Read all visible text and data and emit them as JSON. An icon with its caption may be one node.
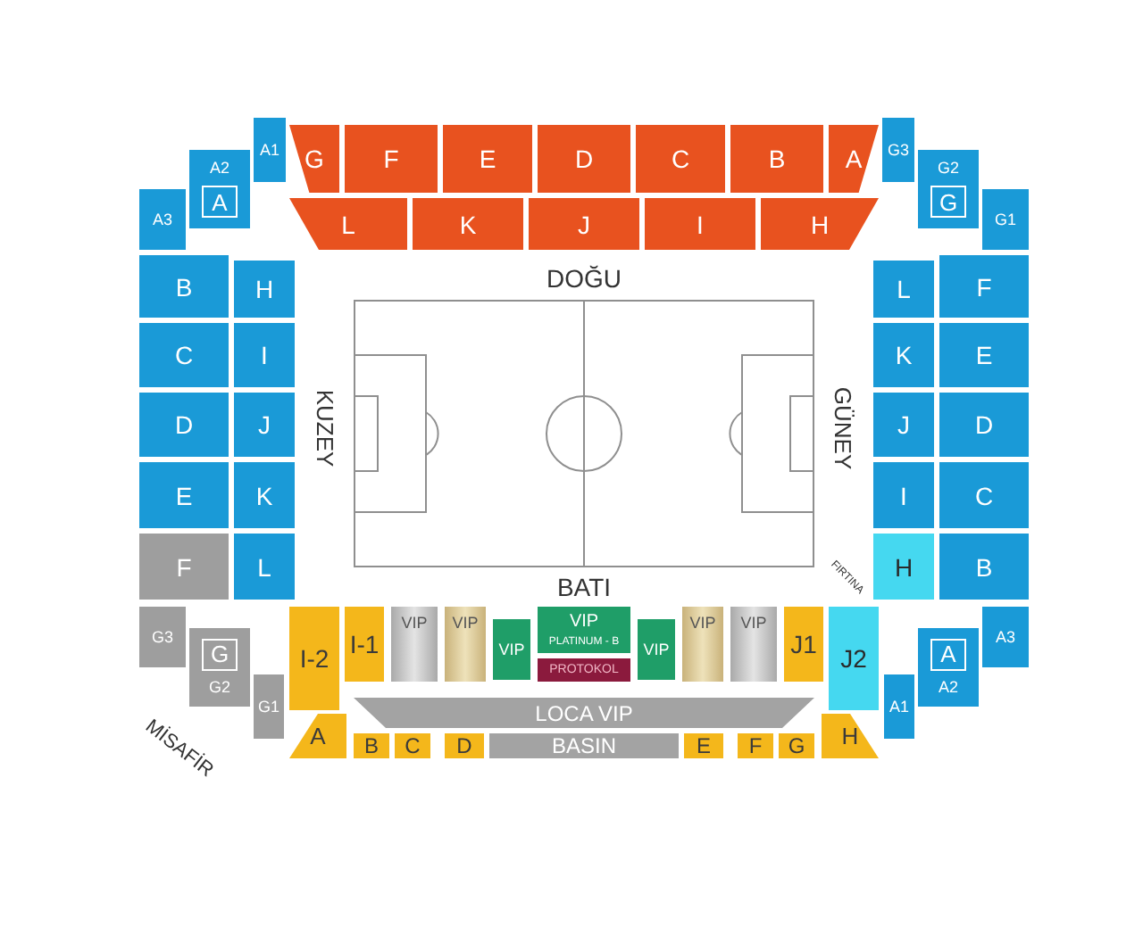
{
  "diagram": {
    "nodes": [
      {
        "text": [
          "A1"
        ]
      },
      {
        "text": [
          "A2"
        ]
      },
      {
        "text": [
          "A"
        ],
        "in": 1
      },
      {
        "text": [
          "A3"
        ]
      },
      {
        "text": [
          "G"
        ]
      },
      {
        "text": [
          "F"
        ]
      },
      {
        "text": [
          "E"
        ]
      },
      {
        "text": [
          "D"
        ]
      },
      {
        "text": [
          "C"
        ]
      },
      {
        "text": [
          "B"
        ]
      },
      {
        "text": [
          "A"
        ]
      },
      {
        "text": [
          "G3"
        ]
      },
      {
        "text": [
          "G2"
        ]
      },
      {
        "text": [
          "G"
        ],
        "in": 12
      },
      {
        "text": [
          "G1"
        ]
      },
      {
        "text": [
          "L"
        ]
      },
      {
        "text": [
          "K"
        ]
      },
      {
        "text": [
          "J"
        ]
      },
      {
        "text": [
          "I"
        ]
      },
      {
        "text": [
          "H"
        ]
      },
      {
        "text": [
          "B"
        ]
      },
      {
        "text": [
          "H"
        ]
      },
      {
        "text": [
          "L"
        ]
      },
      {
        "text": [
          "F"
        ]
      },
      {
        "text": [
          "C"
        ]
      },
      {
        "text": [
          "I"
        ]
      },
      {
        "text": [
          "K"
        ]
      },
      {
        "text": [
          "E"
        ]
      },
      {
        "text": [
          "D"
        ]
      },
      {
        "text": [
          "J"
        ]
      },
      {
        "text": [
          "J"
        ]
      },
      {
        "text": [
          "D"
        ]
      },
      {
        "text": [
          "E"
        ]
      },
      {
        "text": [
          "K"
        ]
      },
      {
        "text": [
          "I"
        ]
      },
      {
        "text": [
          "C"
        ]
      },
      {
        "text": [
          "F"
        ]
      },
      {
        "text": [
          "L"
        ]
      },
      {
        "text": [
          "H"
        ]
      },
      {
        "text": [
          "B"
        ]
      },
      {
        "text": [
          "I-2"
        ]
      },
      {
        "text": [
          "I-1"
        ]
      },
      {
        "text": [
          "VIP"
        ]
      },
      {
        "text": [
          "VIP"
        ]
      },
      {
        "text": [
          "VIP"
        ]
      },
      {
        "text": [
          "VIP",
          "PLATINUM - B"
        ]
      },
      {
        "text": [
          "PROTOKOL"
        ]
      },
      {
        "text": [
          "VIP"
        ]
      },
      {
        "text": [
          "VIP"
        ]
      },
      {
        "text": [
          "VIP"
        ]
      },
      {
        "text": [
          "J1"
        ]
      },
      {
        "text": [
          "J2"
        ]
      },
      {
        "text": [
          "G3"
        ]
      },
      {
        "text": [
          "G2"
        ]
      },
      {
        "text": [
          "G"
        ],
        "in": 53
      },
      {
        "text": [
          "G1"
        ]
      },
      {
        "text": [
          "A3"
        ]
      },
      {
        "text": [
          "A2"
        ]
      },
      {
        "text": [
          "A"
        ],
        "in": 57
      },
      {
        "text": [
          "A1"
        ]
      },
      {
        "text": [
          "A"
        ]
      },
      {
        "text": [
          "LOCA VIP"
        ]
      },
      {
        "text": [
          "H"
        ]
      },
      {
        "text": [
          "B"
        ]
      },
      {
        "text": [
          "C"
        ]
      },
      {
        "text": [
          "D"
        ]
      },
      {
        "text": [
          "BASIN"
        ]
      },
      {
        "text": [
          "E"
        ]
      },
      {
        "text": [
          "F"
        ]
      },
      {
        "text": [
          "G"
        ]
      }
    ],
    "edges": [],
    "labels": [
      "DOĞU",
      "KUZEY",
      "GÜNEY",
      "BATI",
      "FIRTINA",
      "MİSAFİR"
    ]
  }
}
